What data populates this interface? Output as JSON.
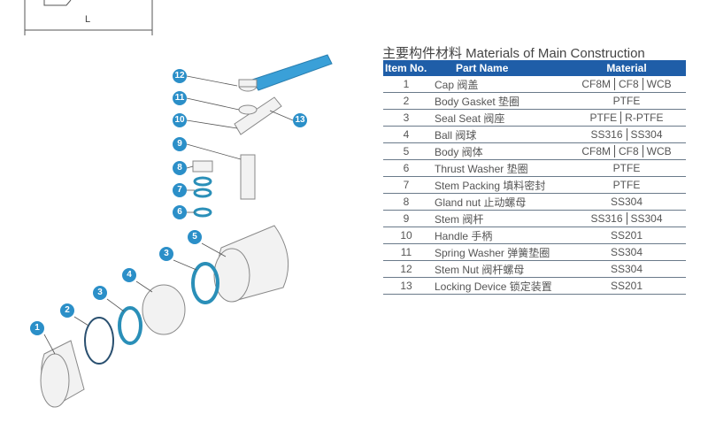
{
  "dimension_label": "L",
  "title": "主要构件材料 Materials of Main Construction",
  "headers": {
    "item_no": "Item No.",
    "part_name": "Part Name",
    "material": "Material"
  },
  "rows": [
    {
      "no": "1",
      "name": "Cap 阀盖",
      "materials": [
        "CF8M",
        "CF8",
        "WCB"
      ]
    },
    {
      "no": "2",
      "name": "Body Gasket 垫圈",
      "materials": [
        "PTFE"
      ]
    },
    {
      "no": "3",
      "name": "Seal Seat 阀座",
      "materials": [
        "PTFE",
        "R-PTFE"
      ]
    },
    {
      "no": "4",
      "name": "Ball 阀球",
      "materials": [
        "SS316",
        "SS304"
      ]
    },
    {
      "no": "5",
      "name": "Body 阀体",
      "materials": [
        "CF8M",
        "CF8",
        "WCB"
      ]
    },
    {
      "no": "6",
      "name": "Thrust Washer 垫圈",
      "materials": [
        "PTFE"
      ]
    },
    {
      "no": "7",
      "name": "Stem Packing 填料密封",
      "materials": [
        "PTFE"
      ]
    },
    {
      "no": "8",
      "name": "Gland nut 止动螺母",
      "materials": [
        "SS304"
      ]
    },
    {
      "no": "9",
      "name": "Stem 阀杆",
      "materials": [
        "SS316",
        "SS304"
      ]
    },
    {
      "no": "10",
      "name": "Handle 手柄",
      "materials": [
        "SS201"
      ]
    },
    {
      "no": "11",
      "name": "Spring Washer 弹簧垫圈",
      "materials": [
        "SS304"
      ]
    },
    {
      "no": "12",
      "name": "Stem Nut 阀杆螺母",
      "materials": [
        "SS304"
      ]
    },
    {
      "no": "13",
      "name": "Locking Device 锁定装置",
      "materials": [
        "SS201"
      ]
    }
  ],
  "callouts": [
    "12",
    "11",
    "10",
    "13",
    "9",
    "8",
    "7",
    "6",
    "5",
    "3",
    "4",
    "3",
    "2",
    "1"
  ],
  "colors": {
    "accent": "#2b8fc8",
    "header": "#1f5ea8",
    "handle": "#3aa0d8"
  }
}
